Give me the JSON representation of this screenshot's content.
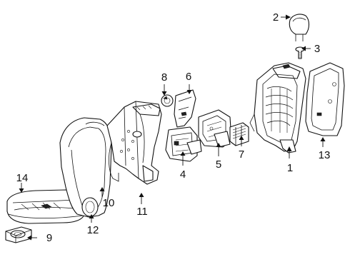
{
  "callouts": {
    "c1": "1",
    "c2": "2",
    "c3": "3",
    "c4": "4",
    "c5": "5",
    "c6": "6",
    "c7": "7",
    "c8": "8",
    "c9": "9",
    "c10": "10",
    "c11": "11",
    "c12": "12",
    "c13": "13",
    "c14": "14"
  },
  "colors": {
    "line": "#111111",
    "background": "#ffffff"
  }
}
